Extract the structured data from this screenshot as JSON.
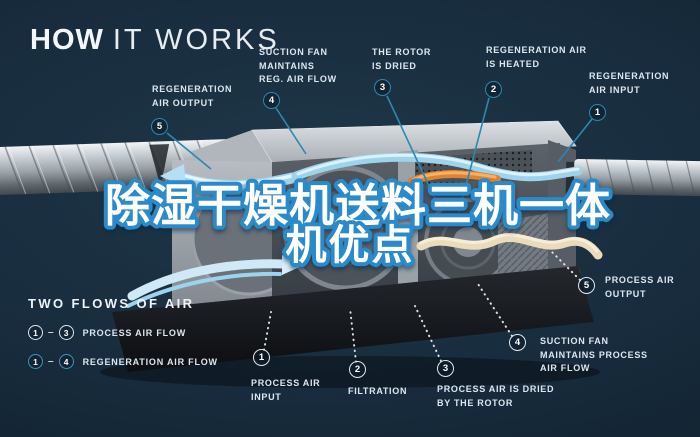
{
  "header": {
    "title_bold": "HOW",
    "title_light": "IT WORKS"
  },
  "overlay_title": {
    "line1": "除湿干燥机送料三机一体",
    "line2": "机优点"
  },
  "callouts": {
    "regen_output": {
      "num": "5",
      "text": "REGENERATION\nAIR OUTPUT"
    },
    "suction_reg": {
      "num": "4",
      "text": "SUCTION FAN\nMAINTAINS\nREG. AIR FLOW"
    },
    "rotor_dried": {
      "num": "3",
      "text": "THE ROTOR\nIS DRIED"
    },
    "regen_heated": {
      "num": "2",
      "text": "REGENERATION AIR\nIS HEATED"
    },
    "regen_input": {
      "num": "1",
      "text": "REGENERATION\nAIR INPUT"
    },
    "process_output": {
      "num": "5",
      "text": "PROCESS AIR\nOUTPUT"
    },
    "suction_process": {
      "num": "4",
      "text": "SUCTION FAN\nMAINTAINS PROCESS\nAIR FLOW"
    },
    "process_dried": {
      "num": "3",
      "text": "PROCESS AIR IS DRIED\nBY THE ROTOR"
    },
    "filtration": {
      "num": "2",
      "text": "FILTRATION"
    },
    "process_input": {
      "num": "1",
      "text": "PROCESS AIR\nINPUT"
    }
  },
  "legend": {
    "title": "TWO FLOWS OF AIR",
    "rows": [
      {
        "from": "1",
        "dash": "–",
        "to": "3",
        "label": "PROCESS AIR FLOW",
        "type": "process"
      },
      {
        "from": "1",
        "dash": "–",
        "to": "4",
        "label": "REGENERATION AIR FLOW",
        "type": "regen"
      }
    ]
  },
  "colors": {
    "background": "#16293a",
    "regen_accent": "#2f86b2",
    "process_accent": "#dde6ec",
    "overlay_fill": "#ffffff",
    "overlay_stroke": "#2b8ac9",
    "ribbon_blue": "#9ed3ee",
    "ribbon_orange": "#e0832f",
    "ribbon_beige": "#e9dcba"
  }
}
